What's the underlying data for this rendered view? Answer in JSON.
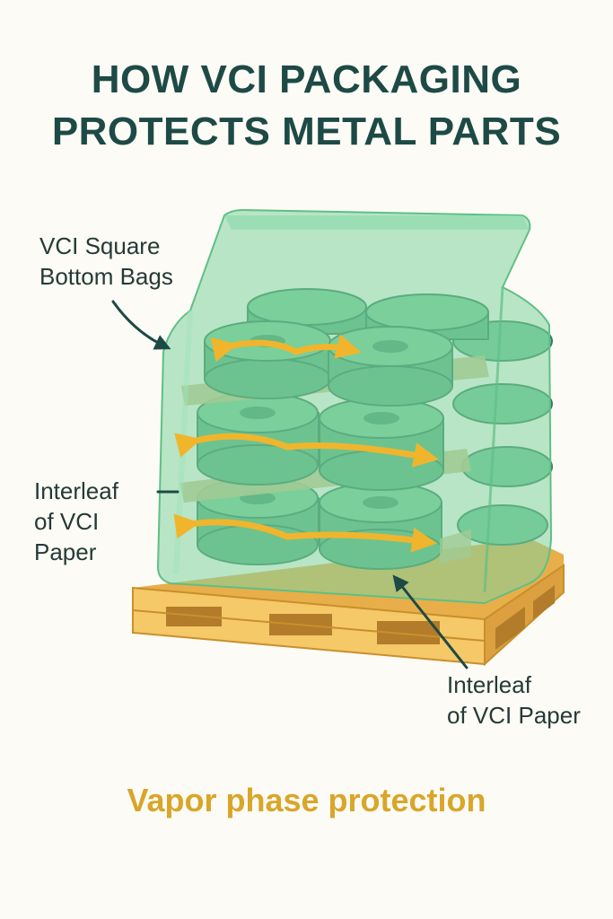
{
  "title": {
    "line1": "HOW VCI PACKAGING",
    "line2": "PROTECTS METAL PARTS"
  },
  "labels": {
    "bags": {
      "line1": "VCI Square",
      "line2": "Bottom Bags"
    },
    "interleaf_left": {
      "line1": "Interleaf",
      "line2": "of VCI",
      "line3": "Paper"
    },
    "interleaf_right": {
      "line1": "Interleaf",
      "line2": "of VCI Paper"
    }
  },
  "caption": "Vapor phase protection",
  "colors": {
    "title": "#1e4a46",
    "label_text": "#253a38",
    "caption": "#d9a62a",
    "bag_green": "#7fd39e",
    "coil_green": "#5fb886",
    "interleaf_paper": "#c9c088",
    "pallet_wood": "#f3c46a",
    "arrow_orange": "#f0b52d",
    "background": "#fcfbf5"
  },
  "icons": [
    "pallet",
    "vci-bag",
    "metal-coil",
    "vapor-arrow",
    "pointer-arrow"
  ]
}
